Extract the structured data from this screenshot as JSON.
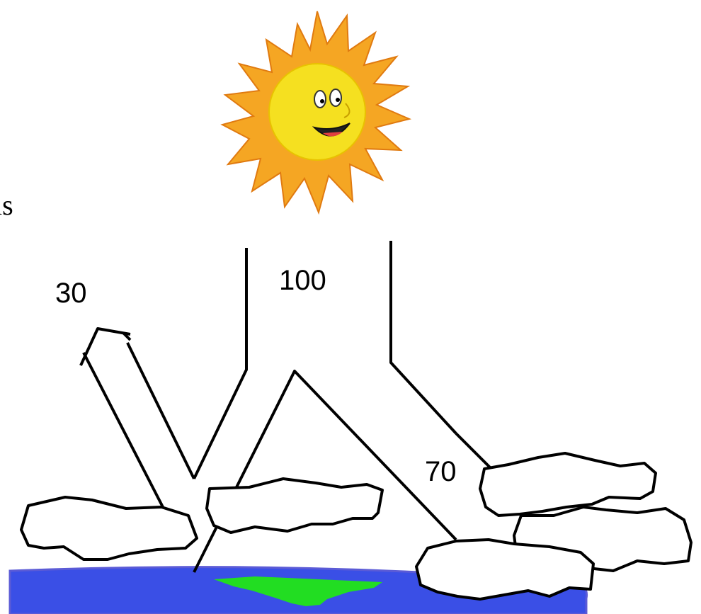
{
  "diagram": {
    "incoming_value": "100",
    "reflected_value": "30",
    "absorbed_value": "70",
    "cut_off_text": "is"
  },
  "colors": {
    "ocean": "#3a4fe6",
    "ocean_outline": "#5b5bd6",
    "land": "#22dd22",
    "sun_rays": "#f5a623",
    "sun_face": "#f5e020",
    "stroke": "#000000"
  },
  "icons": {
    "sun": "smiling-sun-icon",
    "cloud": "cloud-icon"
  }
}
